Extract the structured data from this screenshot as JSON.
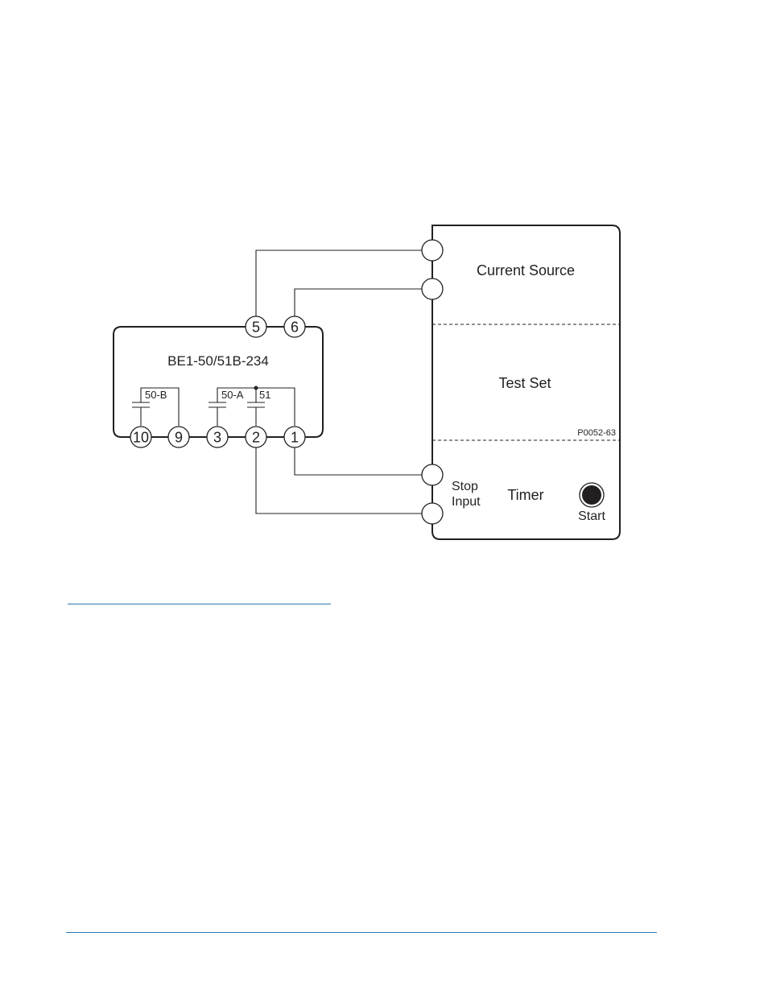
{
  "relay": {
    "model": "BE1-50/51B-234",
    "terminals": [
      "5",
      "6",
      "10",
      "9",
      "3",
      "2",
      "1"
    ],
    "contacts": [
      "50-B",
      "50-A",
      "51"
    ]
  },
  "test_set": {
    "current_source_label": "Current Source",
    "test_set_label": "Test Set",
    "figure_code": "P0052-63",
    "stop_input_line1": "Stop",
    "stop_input_line2": "Input",
    "timer_label": "Timer",
    "start_label": "Start"
  },
  "colors": {
    "line": "#231f20",
    "rule": "#2a7ab5"
  }
}
